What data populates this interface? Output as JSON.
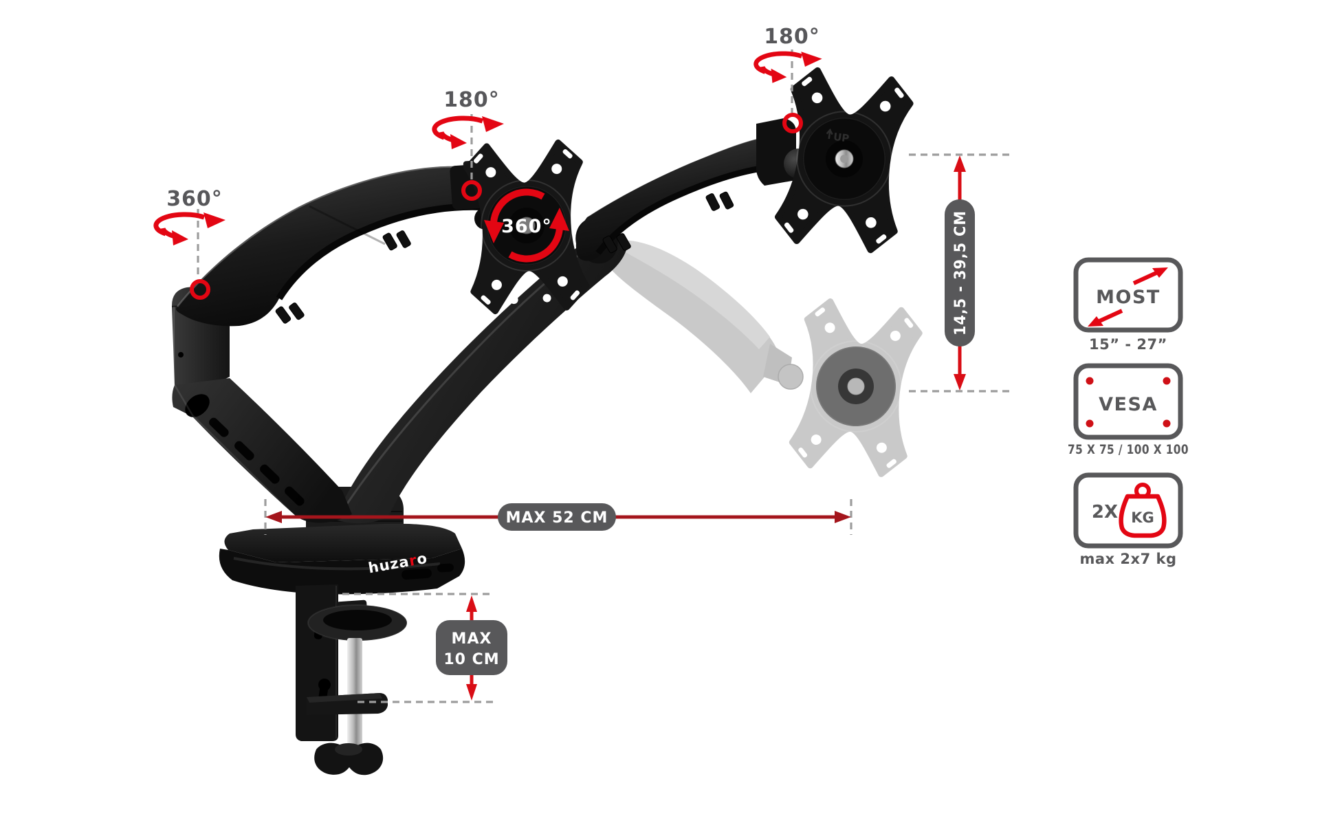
{
  "annotations": {
    "rotation_left": "360°",
    "rotation_middle": "180°",
    "rotation_right": "180°",
    "vesa_rotation": "360°",
    "height_range": "14,5 - 39,5 CM",
    "max_reach": "MAX 52 CM",
    "clamp_max_line1": "MAX",
    "clamp_max_line2": "10 CM"
  },
  "product": {
    "brand_part1": "huza",
    "brand_part2": "r",
    "brand_part3": "o",
    "vesa_up_mark": "UP"
  },
  "specs": {
    "screen_size": {
      "box_label": "MOST",
      "caption": "15” - 27”"
    },
    "vesa": {
      "box_label": "VESA",
      "caption": "75 X 75 / 100 X 100"
    },
    "weight": {
      "box_label_left": "2X",
      "box_label_right": "KG",
      "caption": "max 2x7 kg"
    }
  },
  "colors": {
    "accent_red": "#e30613",
    "dim_dark_red": "#a4151c",
    "pill_gray": "#58585a",
    "dash_gray": "#9c9c9c",
    "product_black": "#141414",
    "ghost_gray": "#c9c9c9"
  }
}
